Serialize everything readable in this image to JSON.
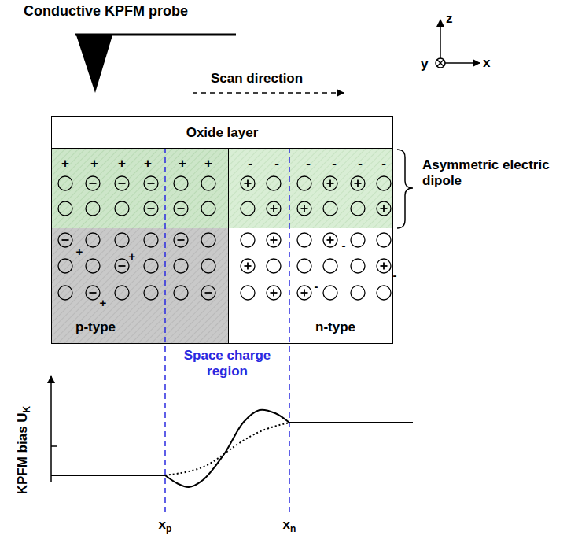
{
  "diagram": {
    "nodes": [
      {
        "text": [
          "Oxide layer"
        ]
      },
      {
        "text": [
          "p-type"
        ]
      },
      {
        "text": [
          "n-type"
        ]
      }
    ],
    "labels": [
      "Conductive KPFM probe",
      "Scan direction",
      "z",
      "y",
      "x",
      "+",
      "+",
      "+",
      "+",
      "+",
      "+",
      "-",
      "-",
      "-",
      "-",
      "-",
      "-",
      "+",
      "+",
      "+",
      "-",
      "-",
      "-",
      "Asymmetric electric dipole",
      "Space charge region",
      "KPFM bias U",
      "K",
      "x",
      "p",
      "x",
      "n"
    ]
  }
}
